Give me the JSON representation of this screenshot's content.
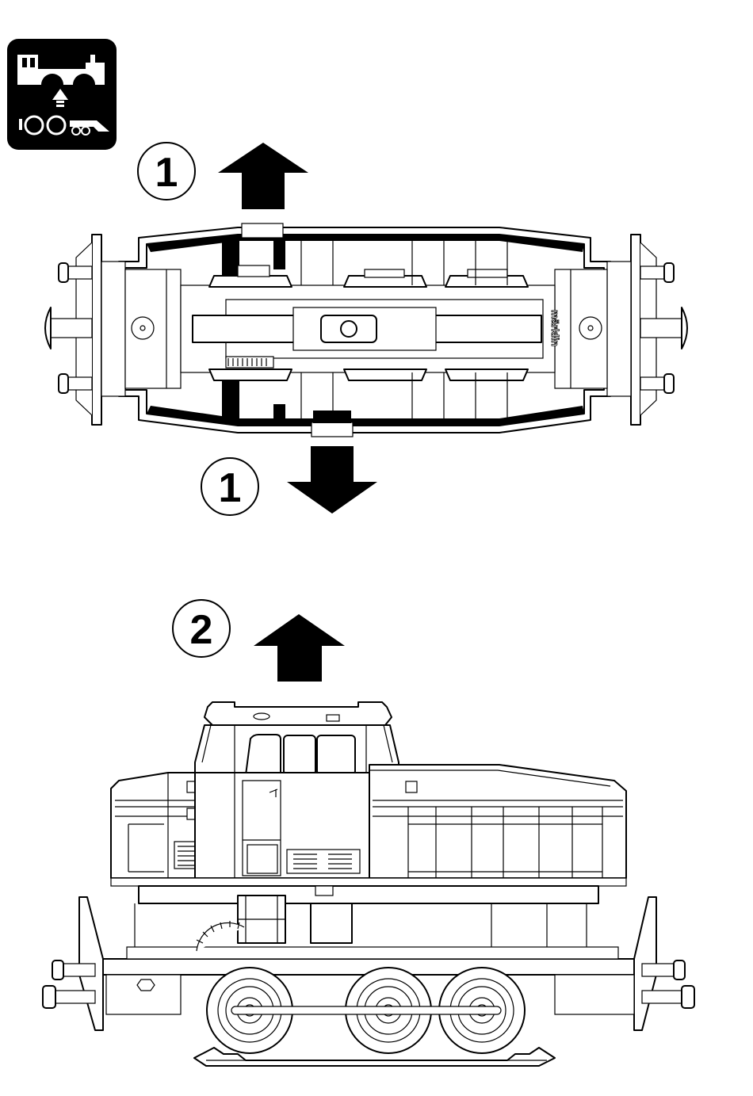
{
  "steps": [
    {
      "number": "1"
    },
    {
      "number": "1"
    },
    {
      "number": "2"
    }
  ],
  "icons": {
    "badge": "locomotive-lift-icon",
    "arrow_up": "arrow-up-icon",
    "arrow_down": "arrow-down-icon"
  },
  "chassis_marking": "märklin",
  "colors": {
    "ink": "#000000",
    "paper": "#ffffff"
  }
}
